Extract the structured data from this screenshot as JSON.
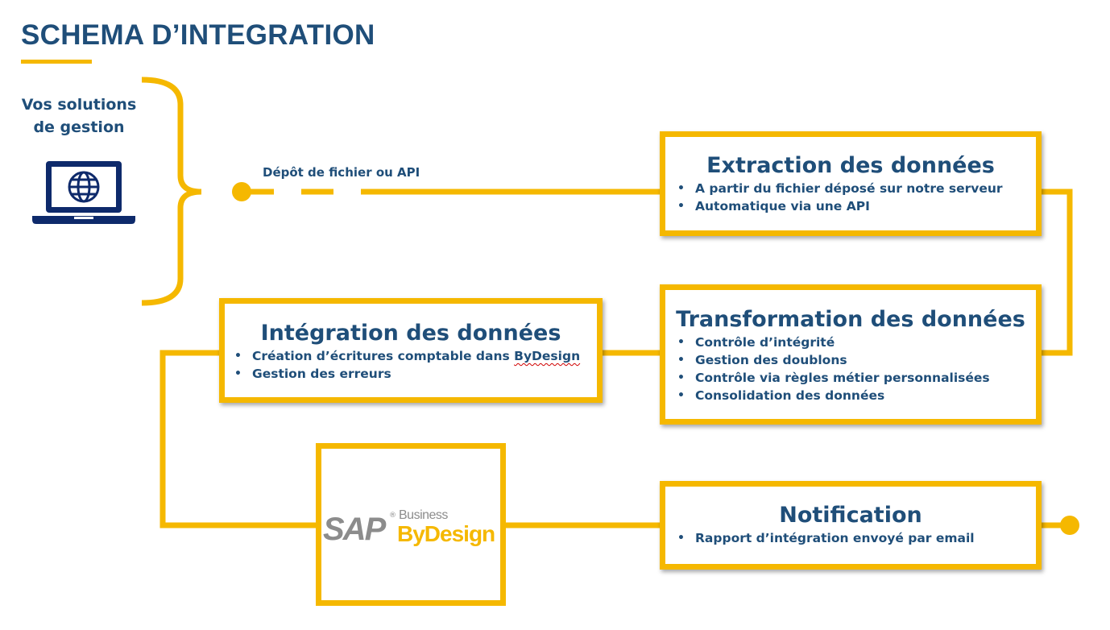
{
  "page": {
    "title": "SCHEMA D’INTEGRATION"
  },
  "source": {
    "label": "Vos solutions de gestion",
    "icon": "laptop-globe-icon"
  },
  "connector": {
    "deposit_label": "Dépôt de fichier ou API"
  },
  "steps": {
    "extraction": {
      "title": "Extraction des données",
      "bullets": [
        "A partir du fichier déposé sur notre serveur",
        "Automatique via une API"
      ]
    },
    "transformation": {
      "title": "Transformation des données",
      "bullets": [
        "Contrôle d’intégrité",
        "Gestion des doublons",
        "Contrôle via règles métier personnalisées",
        "Consolidation des données"
      ]
    },
    "integration": {
      "title": "Intégration des données",
      "bullets": [
        "Création d’écritures comptable dans ",
        "ByDesign",
        "Gestion des erreurs"
      ]
    },
    "notification": {
      "title": "Notification",
      "bullets": [
        "Rapport d’intégration envoyé par email"
      ]
    }
  },
  "sap_logo": {
    "mark": "SAP",
    "registered": "®",
    "line1": "Business",
    "line2": "ByDesign"
  },
  "colors": {
    "accent": "#f5b800",
    "text": "#1f4e79",
    "logo_grey": "#8c8c8c"
  }
}
